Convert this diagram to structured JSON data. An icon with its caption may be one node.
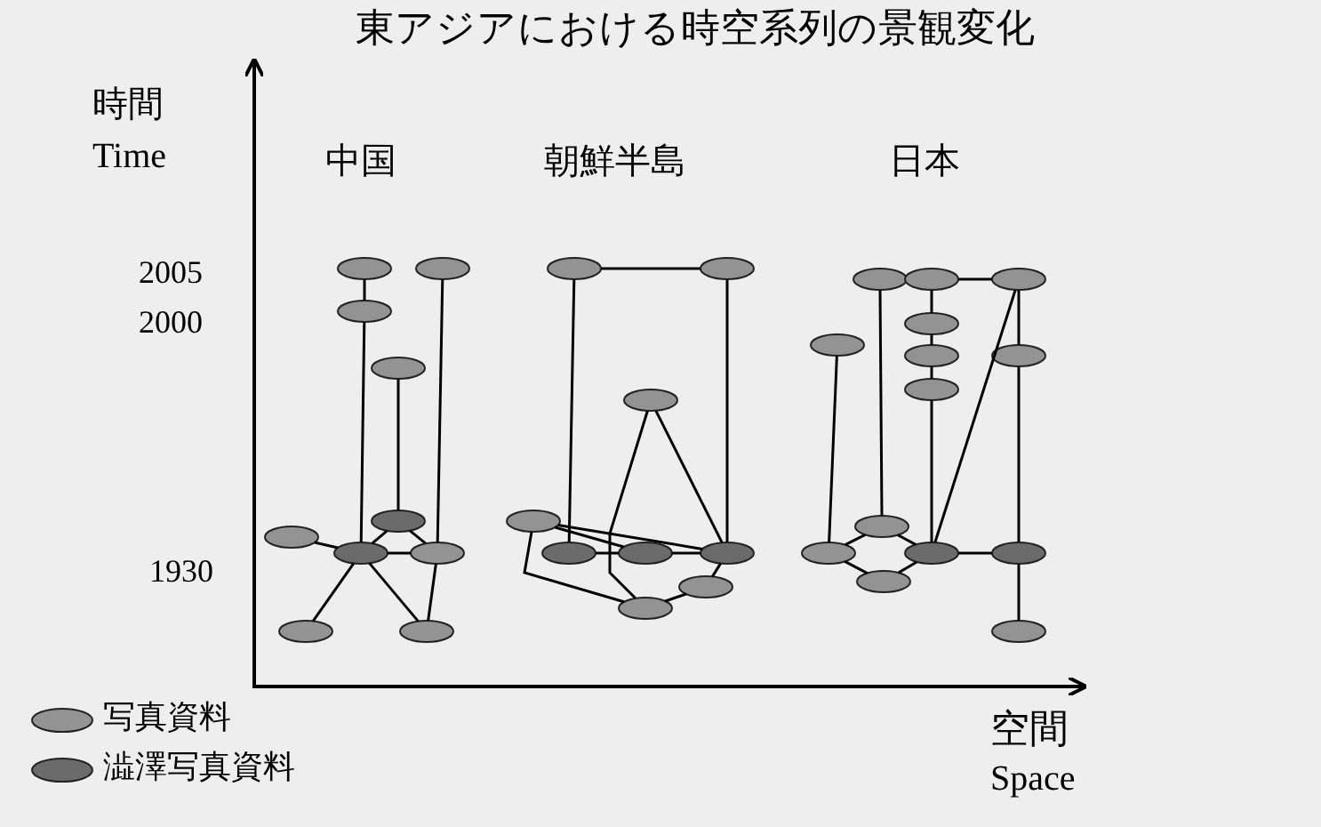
{
  "diagram": {
    "title": "東アジアにおける時空系列の景観変化",
    "nodes": [
      {
        "text": [],
        "shape": "ellipse"
      },
      {
        "text": [],
        "shape": "ellipse"
      },
      {
        "text": [],
        "shape": "ellipse"
      },
      {
        "text": [],
        "shape": "ellipse"
      },
      {
        "text": [],
        "shape": "ellipse"
      },
      {
        "text": [],
        "shape": "ellipse"
      },
      {
        "text": [],
        "shape": "ellipse"
      },
      {
        "text": [],
        "shape": "ellipse"
      },
      {
        "text": [],
        "shape": "ellipse"
      },
      {
        "text": [],
        "shape": "ellipse"
      },
      {
        "text": [],
        "shape": "ellipse"
      },
      {
        "text": [],
        "shape": "ellipse"
      },
      {
        "text": [],
        "shape": "ellipse"
      },
      {
        "text": [],
        "shape": "ellipse"
      },
      {
        "text": [],
        "shape": "ellipse"
      },
      {
        "text": [],
        "shape": "ellipse"
      },
      {
        "text": [],
        "shape": "ellipse"
      },
      {
        "text": [],
        "shape": "ellipse"
      },
      {
        "text": [],
        "shape": "ellipse"
      },
      {
        "text": [],
        "shape": "ellipse"
      },
      {
        "text": [],
        "shape": "ellipse"
      },
      {
        "text": [],
        "shape": "ellipse"
      },
      {
        "text": [],
        "shape": "ellipse"
      },
      {
        "text": [],
        "shape": "ellipse"
      },
      {
        "text": [],
        "shape": "ellipse"
      },
      {
        "text": [],
        "shape": "ellipse"
      },
      {
        "text": [],
        "shape": "ellipse"
      },
      {
        "text": [],
        "shape": "ellipse"
      },
      {
        "text": [],
        "shape": "ellipse"
      },
      {
        "text": [],
        "shape": "ellipse"
      },
      {
        "text": [],
        "shape": "ellipse"
      },
      {
        "text": [],
        "shape": "ellipse"
      },
      {
        "text": [],
        "shape": "ellipse"
      }
    ],
    "edges": [
      {
        "from": 0,
        "to": 2,
        "arrow": "none"
      },
      {
        "from": 2,
        "to": 6,
        "arrow": "none"
      },
      {
        "from": 1,
        "to": 7,
        "arrow": "none"
      },
      {
        "from": 7,
        "to": 9,
        "arrow": "none"
      },
      {
        "from": 3,
        "to": 4,
        "arrow": "none"
      },
      {
        "from": 4,
        "to": 6,
        "arrow": "none"
      },
      {
        "from": 4,
        "to": 7,
        "arrow": "none"
      },
      {
        "from": 5,
        "to": 6,
        "arrow": "none"
      },
      {
        "from": 6,
        "to": 7,
        "arrow": "none"
      },
      {
        "from": 6,
        "to": 8,
        "arrow": "none"
      },
      {
        "from": 6,
        "to": 9,
        "arrow": "none"
      },
      {
        "from": 10,
        "to": 11,
        "arrow": "none"
      },
      {
        "from": 10,
        "to": 14,
        "arrow": "none"
      },
      {
        "from": 11,
        "to": 16,
        "arrow": "none"
      },
      {
        "from": 12,
        "to": 18,
        "arrow": "none"
      },
      {
        "from": 12,
        "to": 16,
        "arrow": "none"
      },
      {
        "from": 13,
        "to": 15,
        "arrow": "none"
      },
      {
        "from": 13,
        "to": 16,
        "arrow": "none"
      },
      {
        "from": 13,
        "to": 18,
        "arrow": "none"
      },
      {
        "from": 14,
        "to": 15,
        "arrow": "none"
      },
      {
        "from": 15,
        "to": 16,
        "arrow": "none"
      },
      {
        "from": 18,
        "to": 17,
        "arrow": "none"
      },
      {
        "from": 17,
        "to": 16,
        "arrow": "none"
      },
      {
        "from": 23,
        "to": 28,
        "arrow": "none"
      },
      {
        "from": 19,
        "to": 27,
        "arrow": "none"
      },
      {
        "from": 20,
        "to": 22,
        "arrow": "none"
      },
      {
        "from": 22,
        "to": 24,
        "arrow": "none"
      },
      {
        "from": 24,
        "to": 26,
        "arrow": "none"
      },
      {
        "from": 26,
        "to": 29,
        "arrow": "none"
      },
      {
        "from": 20,
        "to": 21,
        "arrow": "none"
      },
      {
        "from": 21,
        "to": 25,
        "arrow": "none"
      },
      {
        "from": 25,
        "to": 30,
        "arrow": "none"
      },
      {
        "from": 30,
        "to": 32,
        "arrow": "none"
      },
      {
        "from": 21,
        "to": 29,
        "arrow": "none"
      },
      {
        "from": 28,
        "to": 27,
        "arrow": "none"
      },
      {
        "from": 27,
        "to": 29,
        "arrow": "none"
      },
      {
        "from": 28,
        "to": 31,
        "arrow": "none"
      },
      {
        "from": 31,
        "to": 29,
        "arrow": "none"
      },
      {
        "from": 29,
        "to": 30,
        "arrow": "none"
      }
    ],
    "labels": [
      "時間",
      "Time",
      "中国",
      "朝鮮半島",
      "日本",
      "2005",
      "2000",
      "1930",
      "空間",
      "Space"
    ],
    "legend": [
      {
        "text": "写真資料",
        "color": "#939393"
      },
      {
        "text": "澁澤写真資料",
        "color": "#6b6b6b"
      }
    ]
  }
}
